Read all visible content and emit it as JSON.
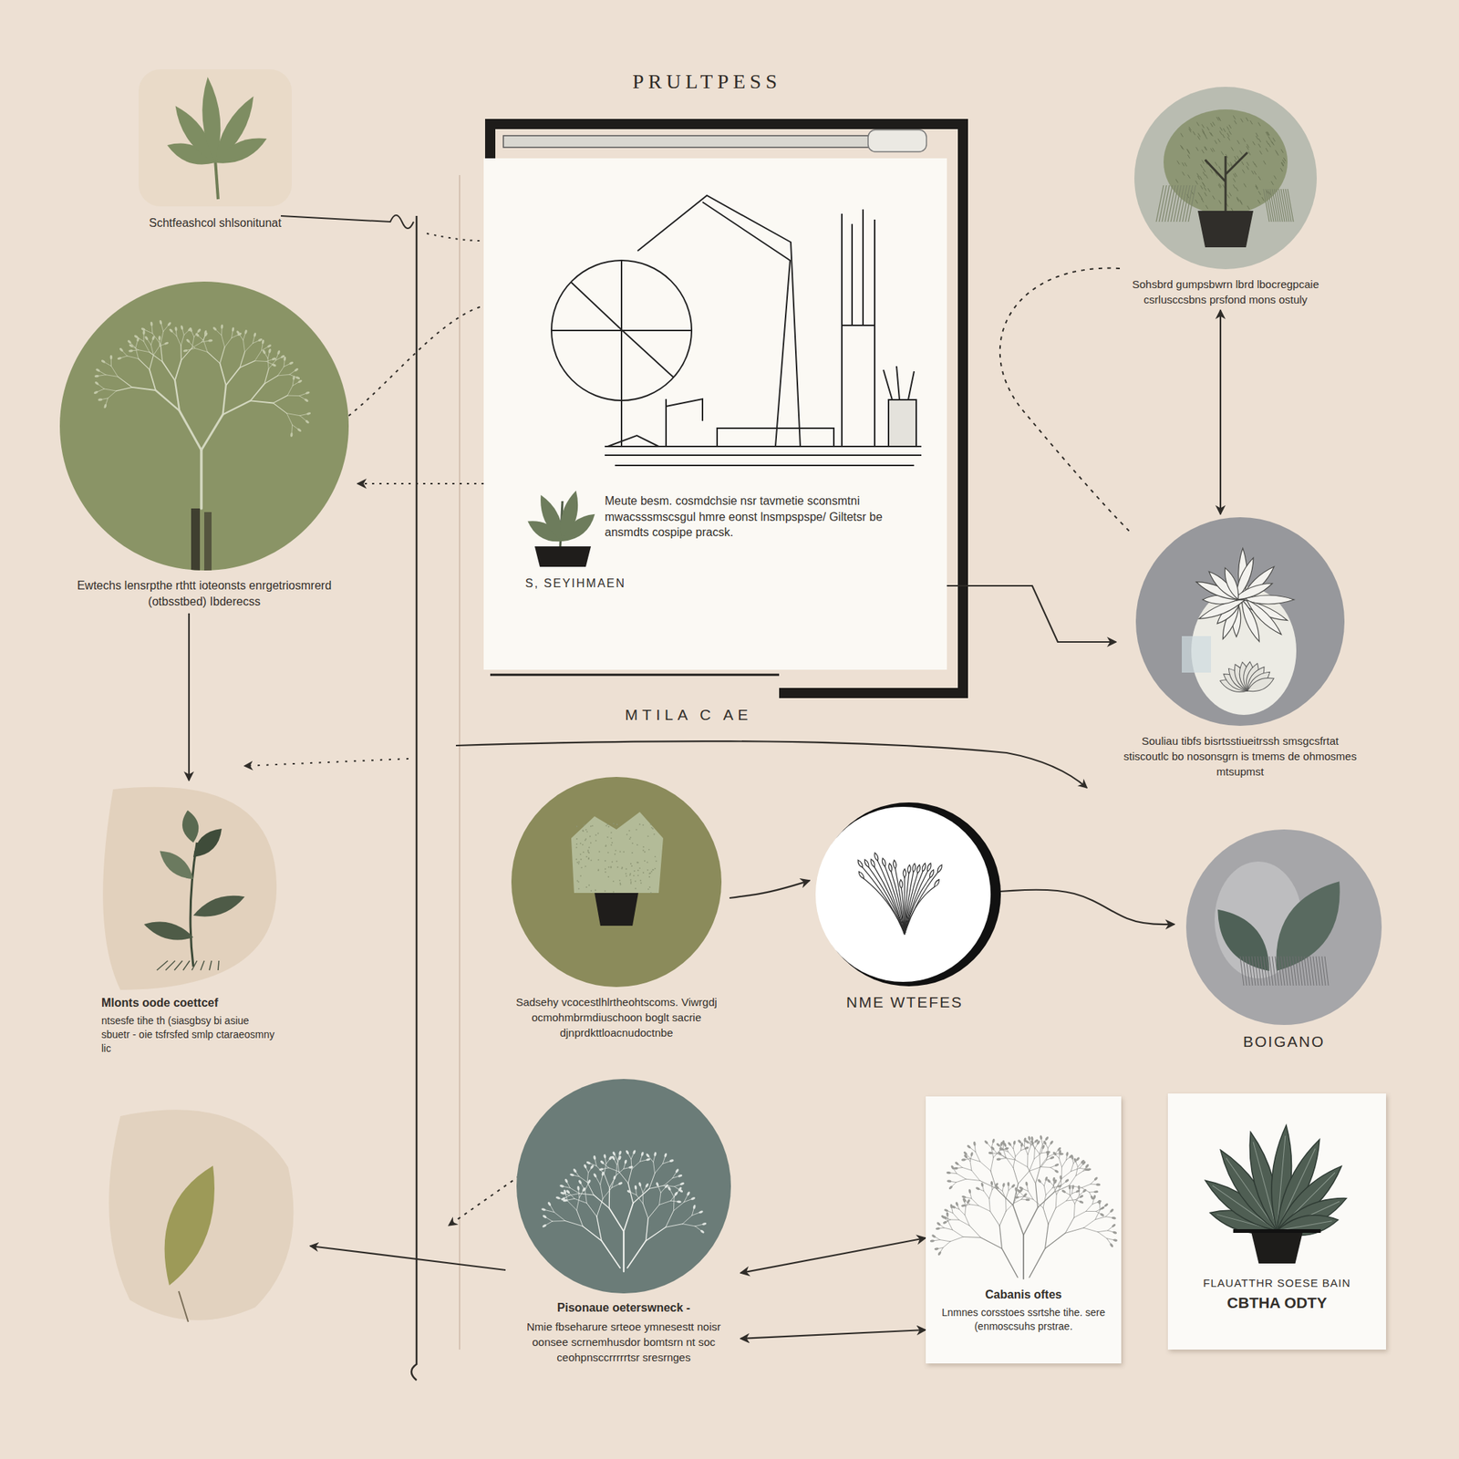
{
  "diagram": {
    "title": "PRULTPESS",
    "nodes": [
      {
        "text": [
          "Schtfeashcol shlsonitunat"
        ]
      },
      {
        "text": [
          "Meute besm. cosmdchsie nsr tavmetie sconsmtni mwacsssmscsgul hmre eonst lnsmpspspe/ Giltetsr be ansmdts cospipe pracsk.",
          "S, SEYIHMAEN"
        ]
      },
      {
        "text": [
          "Sohsbrd gumpsbwrn lbrd lbocregpcaie csrlusccsbns prsfond mons ostuly"
        ]
      },
      {
        "text": [
          "Ewtechs lensrpthe rthtt ioteonsts enrgetriosmrerd (otbsstbed) Ibderecss"
        ]
      },
      {
        "text": [
          "Souliau tibfs bisrtsstiueitrssh smsgcsfrtat stiscoutlc bo nosonsgrn is tmems de ohmosmes mtsupmst"
        ]
      },
      {
        "text": [
          "Mlonts oode coettcef",
          "ntsesfe tihe th (siasgbsy bi asiue sbuetr - oie tsfrsfed smlp ctaraeosmny lic"
        ]
      },
      {
        "text": [
          "Sadsehy vcocestlhlrtheohtscoms. Viwrgdj ocmohmbrmdiuschoon boglt sacrie djnprdkttloacnudoctnbe"
        ]
      },
      {
        "text": [
          "NME WTEFES"
        ]
      },
      {
        "text": [
          "BOIGANO"
        ]
      },
      {
        "text": [
          "Pisonaue oeterswneck -",
          "Nmie fbseharure srteoe ymnesestt noisr oonsee scrnemhusdor bomtsrn nt soc ceohpnsccrrrrrtsr sresrnges"
        ]
      },
      {
        "text": [
          "Cabanis oftes",
          "Lnmnes corsstoes ssrtshe tihe. sere (enmoscsuhs prstrae."
        ]
      },
      {
        "text": [
          "FLAUATTHR SOESE BAIN",
          "CBTHA ODTY"
        ]
      }
    ],
    "edges": [
      {
        "from": 1,
        "to": 3,
        "arrow": "to"
      },
      {
        "from": 3,
        "to": 5,
        "arrow": "to"
      },
      {
        "from": 1,
        "to": 4,
        "arrow": "to"
      },
      {
        "from": 4,
        "to": 2,
        "arrow": "both"
      },
      {
        "from": 6,
        "to": 7,
        "arrow": "to"
      },
      {
        "from": 7,
        "to": 8,
        "arrow": "to"
      },
      {
        "from": 9,
        "to": 10,
        "arrow": "both"
      },
      {
        "from": 9,
        "to": 10,
        "arrow": "both"
      }
    ],
    "labels": [
      "MTILA C AE"
    ]
  }
}
